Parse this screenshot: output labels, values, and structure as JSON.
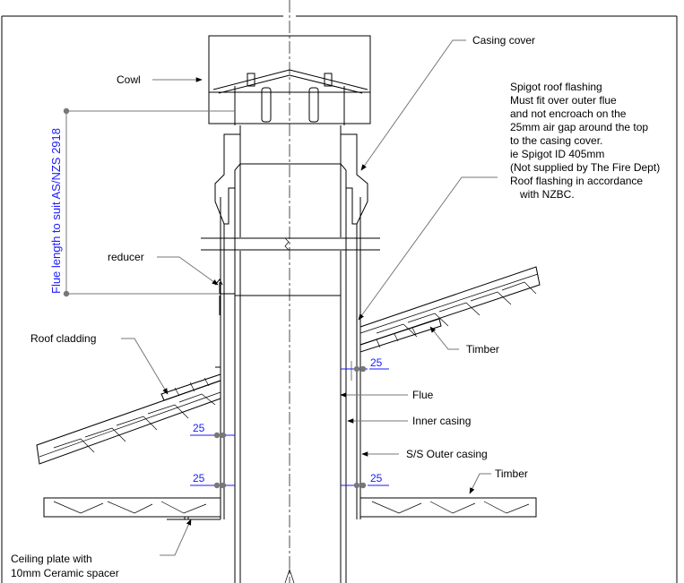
{
  "labels": {
    "casing_cover": "Casing cover",
    "cowl": "Cowl",
    "flue_length": "Flue length to suit AS/NZS 2918",
    "spigot_lines": [
      "Spigot roof flashing",
      "Must fit over outer flue",
      "and not encroach on the",
      "25mm air gap around the top",
      "to the casing cover.",
      "ie Spigot ID 405mm",
      "(Not supplied by The Fire Dept)",
      "Roof flashing in accordance",
      "with NZBC."
    ],
    "reducer": "reducer",
    "roof_cladding": "Roof cladding",
    "timber_upper": "Timber",
    "flue": "Flue",
    "inner_casing": "Inner casing",
    "outer_casing": "S/S Outer casing",
    "timber_lower": "Timber",
    "ceiling_plate_1": "Ceiling plate with",
    "ceiling_plate_2": "10mm Ceramic spacer",
    "gap_25_a": "25",
    "gap_25_b": "25",
    "gap_25_c": "25",
    "gap_25_d": "25"
  },
  "colors": {
    "line": "#000000",
    "leader": "#777777",
    "dimension": "#1a1aff"
  }
}
